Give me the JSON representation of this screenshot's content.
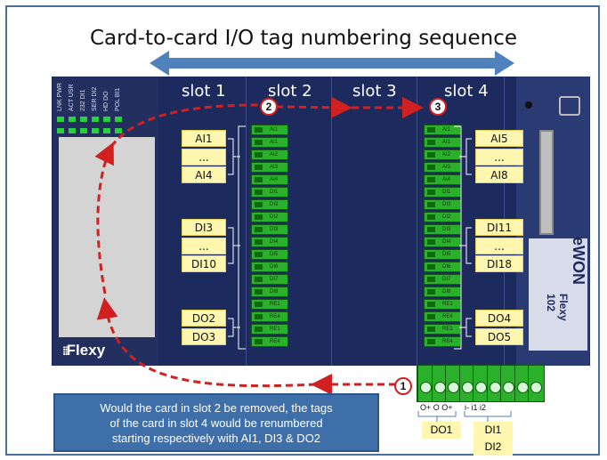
{
  "title": "Card-to-card I/O tag numbering sequence",
  "slots": [
    "slot 1",
    "slot 2",
    "slot 3",
    "slot 4"
  ],
  "led_labels": [
    "LNK PWR",
    "ACT USR",
    "232 DI1",
    "SER DI2",
    "HD DO",
    "POL BI1"
  ],
  "brand": "Flexy",
  "ewon_logo": "eWON",
  "flexy_model": "Flexy 102",
  "left_labels": [
    "AI1",
    "...",
    "AI4",
    "DI3",
    "...",
    "DI10",
    "DO2",
    "DO3"
  ],
  "right_labels": [
    "AI5",
    "...",
    "AI8",
    "DI11",
    "...",
    "DI18",
    "DO4",
    "DO5"
  ],
  "terminals": [
    "AI1",
    "AI1",
    "AI2",
    "AI3",
    "AI4",
    "DI1",
    "DI3",
    "DI2",
    "DI3",
    "DI4",
    "DI5",
    "DI6",
    "DI7",
    "DI8",
    "RE1",
    "RE4",
    "RE1",
    "RE4"
  ],
  "markers": [
    "1",
    "2",
    "3"
  ],
  "note": {
    "line1": "Would the card in slot 2 be removed, the tags",
    "line2": "of the card in slot 4 would be renumbered",
    "line3": "starting respectively with AI1, DI3 & DO2"
  },
  "bottom_terminal_text": {
    "left": "O+ O  O+",
    "right": "i-  i1  i2"
  },
  "bottom_labels": [
    "DO1",
    "DI1",
    "DI2"
  ],
  "colors": {
    "arrow": "#4f81bd",
    "device": "#1d2a5e",
    "label_bg": "#fff7b0",
    "dashed": "#d02020",
    "terminal": "#2bb02b"
  }
}
